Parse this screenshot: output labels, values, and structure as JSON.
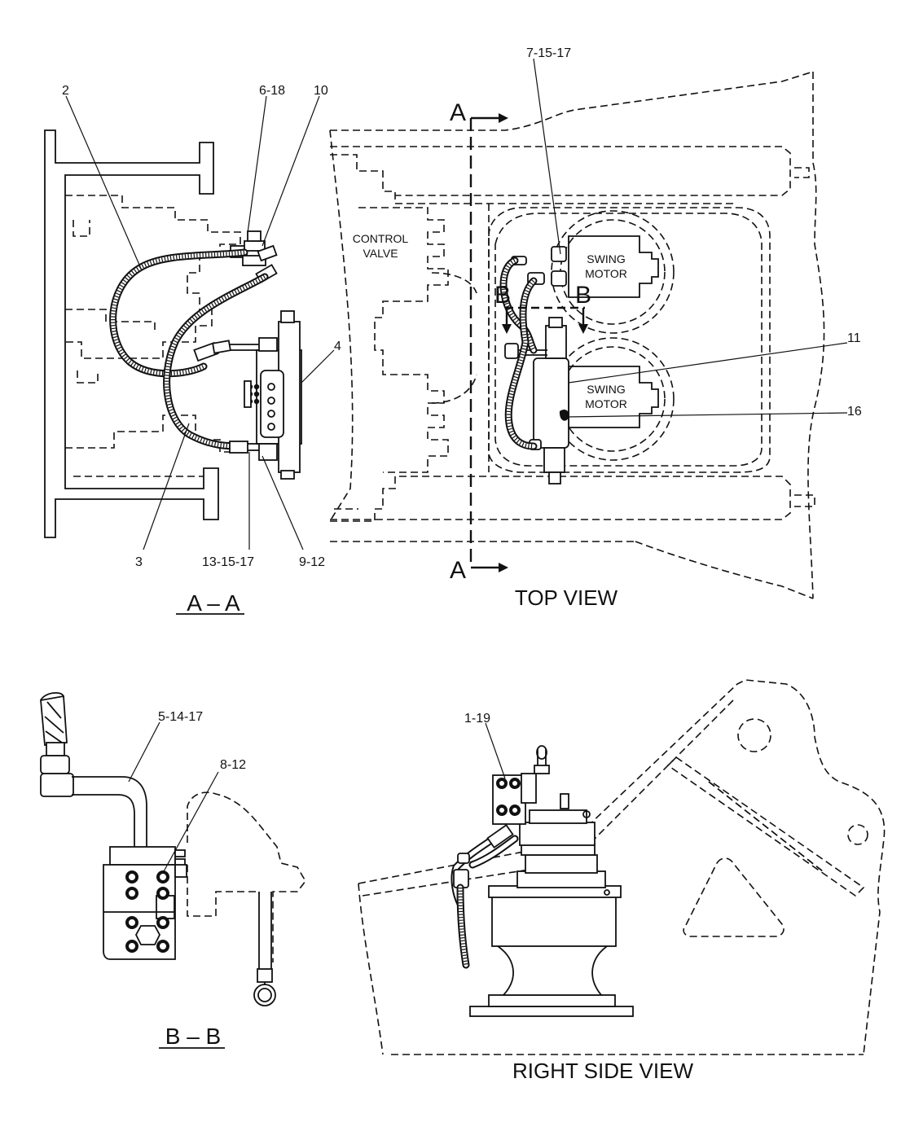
{
  "views": {
    "section_aa": "A – A",
    "top_view": "TOP VIEW",
    "section_bb": "B – B",
    "right_side_view": "RIGHT SIDE VIEW"
  },
  "section_markers": {
    "a_top": "A",
    "a_bottom": "A",
    "b_left": "B",
    "b_right": "B"
  },
  "component_labels": {
    "control_valve_line1": "CONTROL",
    "control_valve_line2": "VALVE",
    "swing_motor_1_line1": "SWING",
    "swing_motor_1_line2": "MOTOR",
    "swing_motor_2_line1": "SWING",
    "swing_motor_2_line2": "MOTOR"
  },
  "callouts": {
    "c_2": "2",
    "c_6_18": "6-18",
    "c_10": "10",
    "c_4": "4",
    "c_3": "3",
    "c_13_15_17": "13-15-17",
    "c_9_12": "9-12",
    "c_7_15_17": "7-15-17",
    "c_11": "11",
    "c_16": "16",
    "c_5_14_17": "5-14-17",
    "c_8_12": "8-12",
    "c_1_19": "1-19"
  }
}
